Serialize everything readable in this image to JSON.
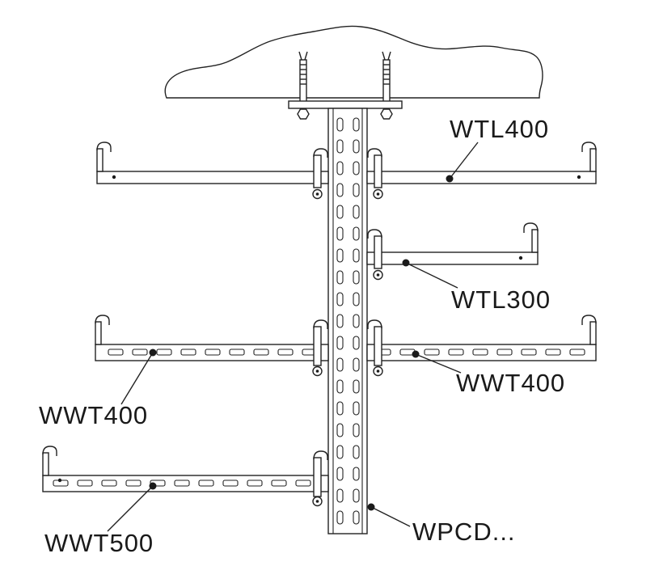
{
  "diagram": {
    "labels": {
      "wtl400": "WTL400",
      "wtl300": "WTL300",
      "wwt400_right": "WWT400",
      "wwt400_left": "WWT400",
      "wwt500": "WWT500",
      "wpcd": "WPCD..."
    },
    "colors": {
      "line": "#222222",
      "text": "#1a1a1a",
      "background": "#ffffff"
    }
  }
}
